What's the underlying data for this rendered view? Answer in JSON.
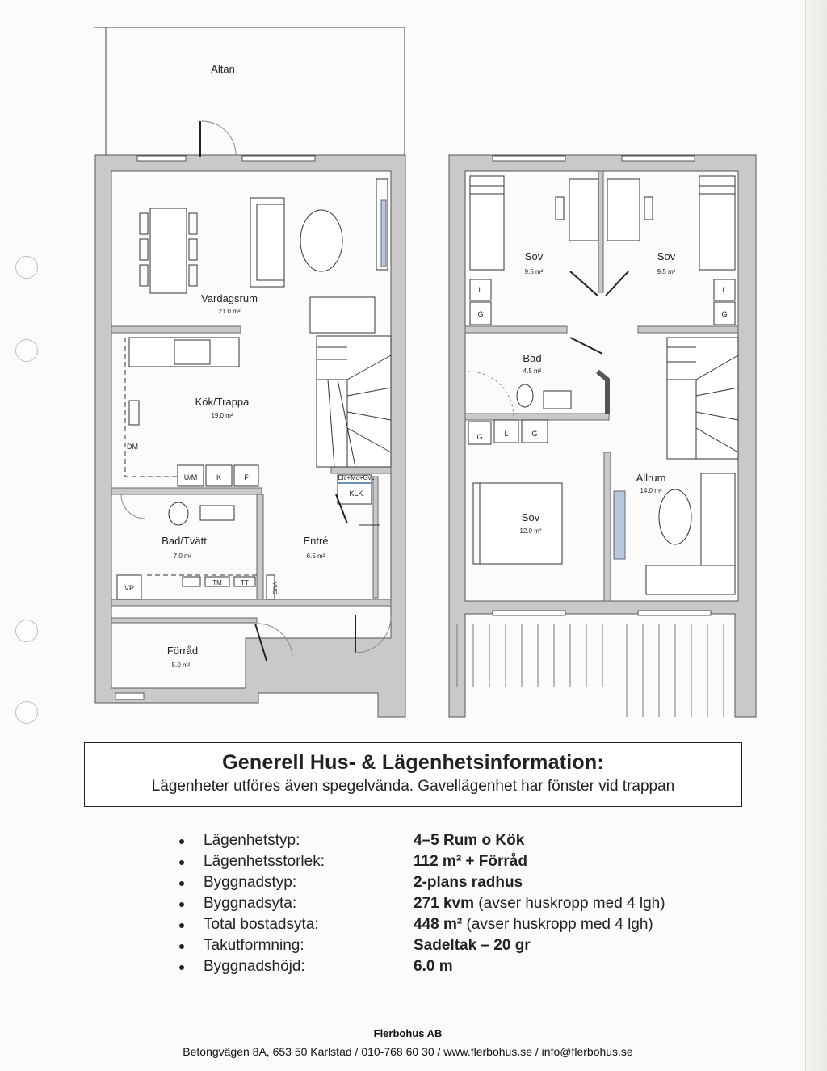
{
  "floor1": {
    "altan": "Altan",
    "vardagsrum": {
      "name": "Vardagsrum",
      "area": "21.0 m²"
    },
    "kok": {
      "name": "Kök/Trappa",
      "area": "19.0 m²"
    },
    "badtvatt": {
      "name": "Bad/Tvätt",
      "area": "7.0 m²"
    },
    "entre": {
      "name": "Entré",
      "area": "6.5 m²"
    },
    "forrad": {
      "name": "Förråd",
      "area": "5.0 m²"
    },
    "fixtures": {
      "um": "U/M",
      "k": "K",
      "f": "F",
      "dm": "DM",
      "klk": "KLK",
      "elc": "Elc+Mc+Gvc",
      "vp": "VP",
      "tm": "TM",
      "tt": "TT",
      "vms": "VMS"
    }
  },
  "floor2": {
    "sov1": {
      "name": "Sov",
      "area": "9.5 m²"
    },
    "sov2": {
      "name": "Sov",
      "area": "9.5 m²"
    },
    "bad": {
      "name": "Bad",
      "area": "4.5 m²"
    },
    "sov3": {
      "name": "Sov",
      "area": "12.0 m²"
    },
    "allrum": {
      "name": "Allrum",
      "area": "14.0 m²"
    },
    "fixtures": {
      "l": "L",
      "g": "G"
    }
  },
  "info": {
    "title": "Generell Hus- & Lägenhetsinformation:",
    "subtitle": "Lägenheter utföres även spegelvända. Gavellägenhet har fönster vid trappan"
  },
  "specs": [
    {
      "label": "Lägenhetstyp:",
      "value_bold": "4–5 Rum o Kök",
      "value_rest": ""
    },
    {
      "label": "Lägenhetsstorlek:",
      "value_bold": "112 m² + Förråd",
      "value_rest": ""
    },
    {
      "label": "Byggnadstyp:",
      "value_bold": "2-plans radhus",
      "value_rest": ""
    },
    {
      "label": "Byggnadsyta:",
      "value_bold": "271 kvm",
      "value_rest": " (avser huskropp med 4 lgh)"
    },
    {
      "label": "Total bostadsyta:",
      "value_bold": "448 m²",
      "value_rest": " (avser huskropp med 4 lgh)"
    },
    {
      "label": "Takutformning:",
      "value_bold": "Sadeltak – 20 gr",
      "value_rest": ""
    },
    {
      "label": "Byggnadshöjd:",
      "value_bold": "6.0 m",
      "value_rest": ""
    }
  ],
  "footer": {
    "company": "Flerbohus AB",
    "address": "Betongvägen 8A, 653 50 Karlstad  /  010-768 60 30  /  www.flerbohus.se  /  info@flerbohus.se"
  }
}
